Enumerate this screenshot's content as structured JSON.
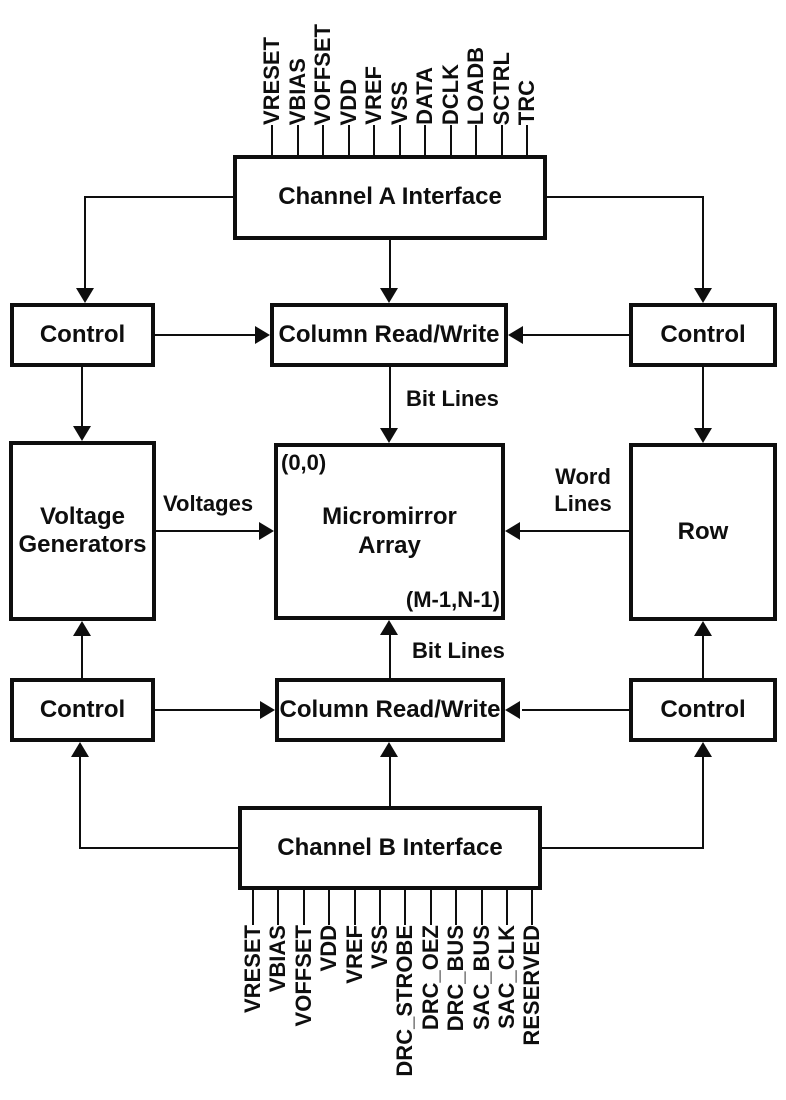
{
  "diagram": {
    "colors": {
      "ink": "#0e0e0e",
      "background": "#ffffff"
    },
    "boxes": {
      "channel_a": {
        "label": "Channel A Interface"
      },
      "control_top_left": {
        "label": "Control"
      },
      "column_rw_top": {
        "label": "Column Read/Write"
      },
      "control_top_right": {
        "label": "Control"
      },
      "voltage_generators": {
        "lines": [
          "Voltage",
          "Generators"
        ]
      },
      "micromirror_array": {
        "lines": [
          "Micromirror",
          "Array"
        ],
        "corner_top_left": "(0,0)",
        "corner_bottom_right": "(M-1,N-1)"
      },
      "row": {
        "label": "Row"
      },
      "control_bottom_left": {
        "label": "Control"
      },
      "column_rw_bottom": {
        "label": "Column Read/Write"
      },
      "control_bottom_right": {
        "label": "Control"
      },
      "channel_b": {
        "label": "Channel B Interface"
      }
    },
    "edge_labels": {
      "bit_lines_top": "Bit Lines",
      "bit_lines_bottom": "Bit Lines",
      "voltages": "Voltages",
      "word_lines": [
        "Word",
        "Lines"
      ]
    },
    "channel_a_pins": [
      "VRESET",
      "VBIAS",
      "VOFFSET",
      "VDD",
      "VREF",
      "VSS",
      "DATA",
      "DCLK",
      "LOADB",
      "SCTRL",
      "TRC"
    ],
    "channel_b_pins": [
      "VRESET",
      "VBIAS",
      "VOFFSET",
      "VDD",
      "VREF",
      "VSS",
      "DRC_STROBE",
      "DRC_OEZ",
      "DRC_BUS",
      "SAC_BUS",
      "SAC_CLK",
      "RESERVED"
    ]
  }
}
